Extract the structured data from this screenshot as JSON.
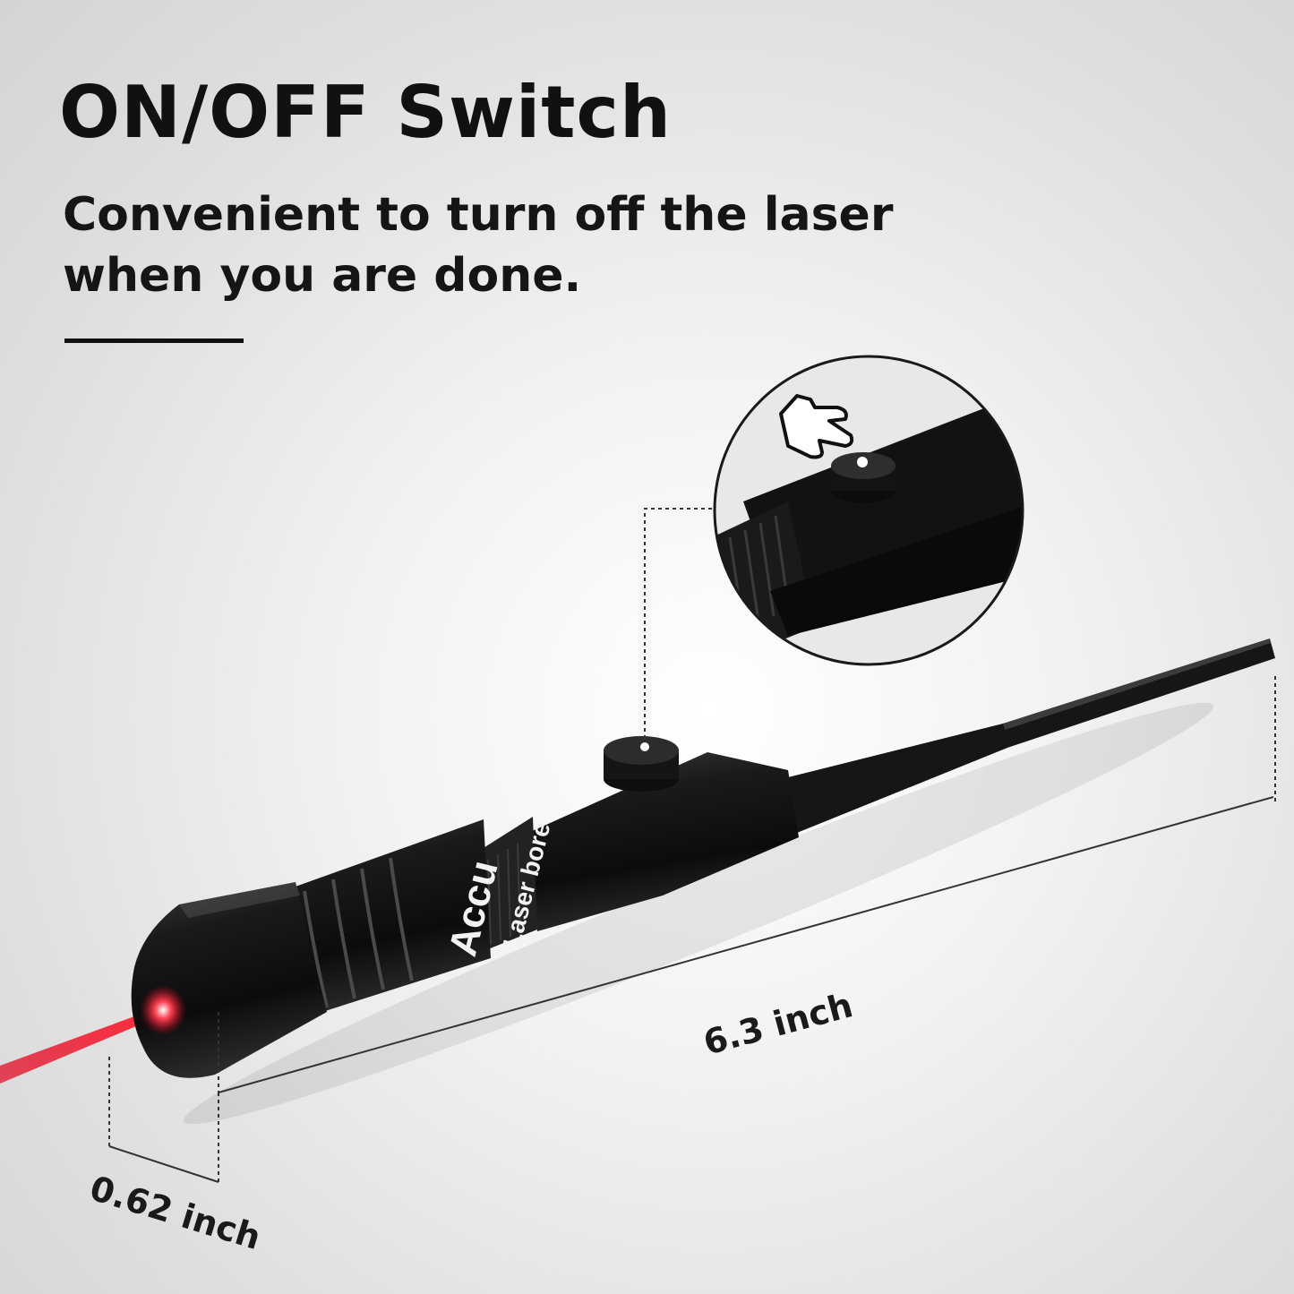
{
  "headline": "ON/OFF Switch",
  "subline_1": "Convenient to turn off the laser",
  "subline_2": "when you are done.",
  "dimensions": {
    "length": "6.3 inch",
    "diameter": "0.62 inch"
  },
  "device": {
    "brand_partial": "Accu",
    "label_line": "Laser bore"
  },
  "icons": {
    "zoom": "magnified-switch-callout",
    "press": "pointing-hand-icon"
  },
  "colors": {
    "laser": "#e0102a",
    "body": "#141414",
    "text": "#111111",
    "background": "#ececec"
  }
}
